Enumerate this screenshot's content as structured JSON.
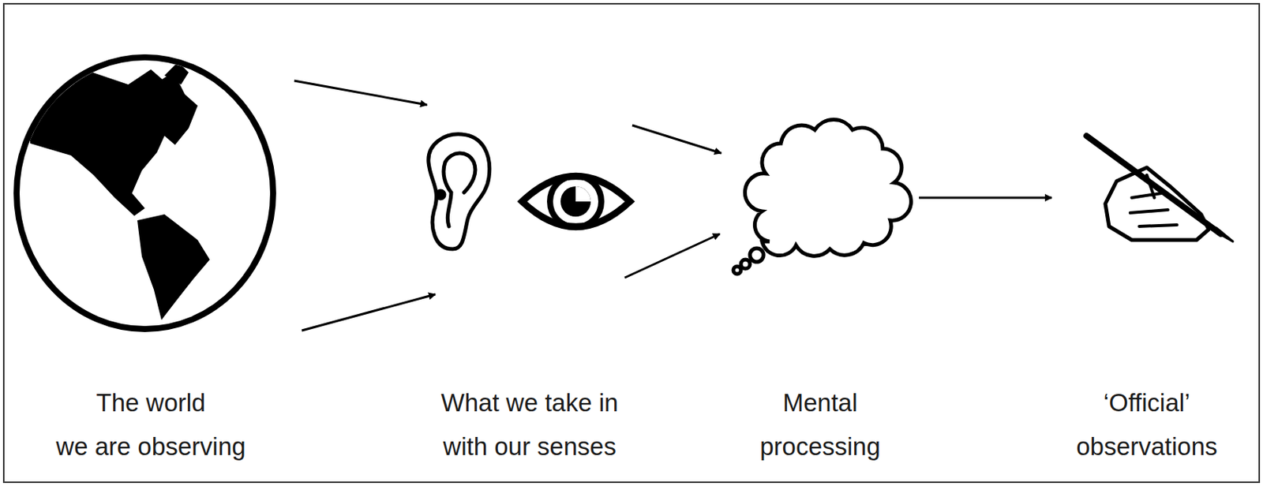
{
  "diagram": {
    "nodes": [
      {
        "text": [
          "The world we are observing"
        ]
      },
      {
        "text": [
          "What we take in with our senses"
        ]
      },
      {
        "text": [
          "Mental processing"
        ]
      },
      {
        "text": [
          "‘Official’ observations"
        ]
      }
    ],
    "edges": [
      {
        "from": 0,
        "to": 1,
        "arrow": "to"
      },
      {
        "from": 0,
        "to": 1,
        "arrow": "to"
      },
      {
        "from": 1,
        "to": 2,
        "arrow": "to"
      },
      {
        "from": 1,
        "to": 2,
        "arrow": "to"
      },
      {
        "from": 2,
        "to": 3,
        "arrow": "to"
      }
    ]
  }
}
